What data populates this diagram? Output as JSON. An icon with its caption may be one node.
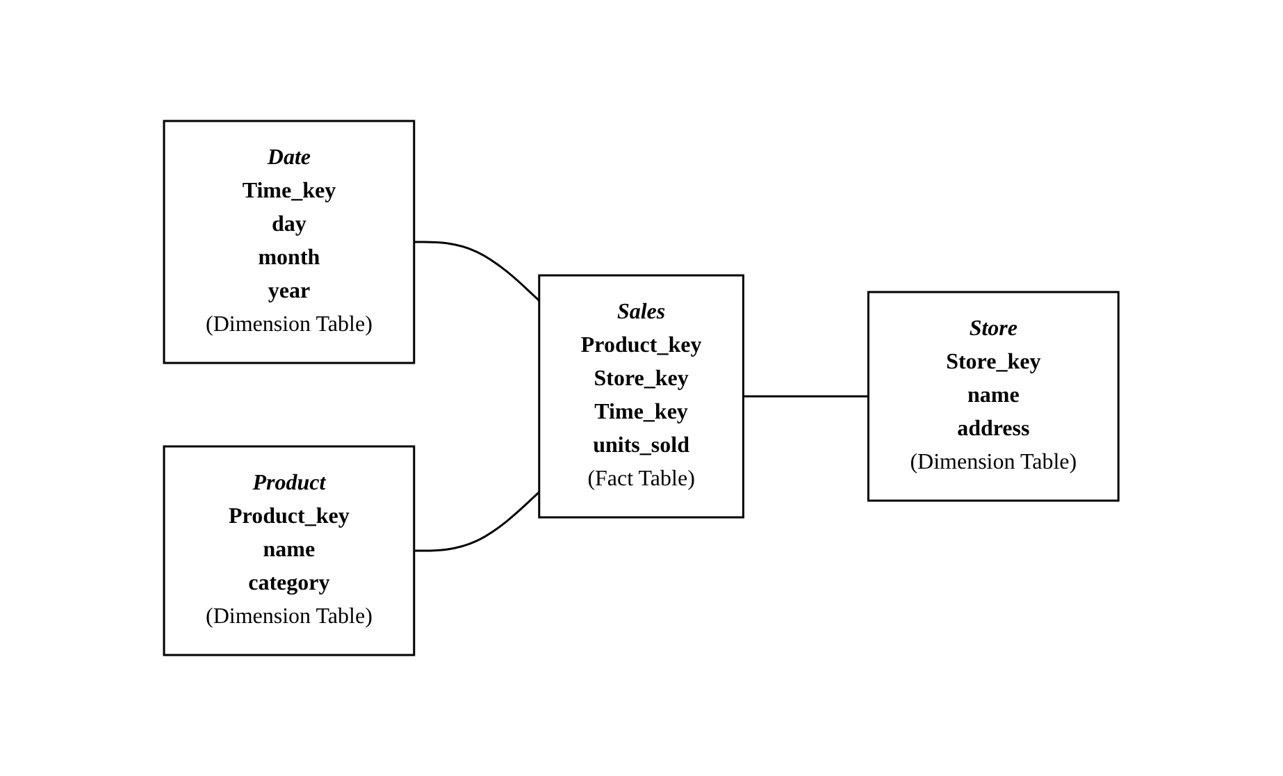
{
  "diagram": {
    "nodes": [
      {
        "text": [
          "Date",
          "Time_key",
          "day",
          "month",
          "year",
          "(Dimension Table)"
        ]
      },
      {
        "text": [
          "Product",
          "Product_key",
          "name",
          "category",
          "(Dimension Table)"
        ]
      },
      {
        "text": [
          "Sales",
          "Product_key",
          "Store_key",
          "Time_key",
          "units_sold",
          "(Fact Table)"
        ]
      },
      {
        "text": [
          "Store",
          "Store_key",
          "name",
          "address",
          "(Dimension Table)"
        ]
      }
    ],
    "edges": [
      {
        "from": 0,
        "to": 2,
        "arrow": "none"
      },
      {
        "from": 1,
        "to": 2,
        "arrow": "none"
      },
      {
        "from": 2,
        "to": 3,
        "arrow": "none"
      }
    ]
  }
}
